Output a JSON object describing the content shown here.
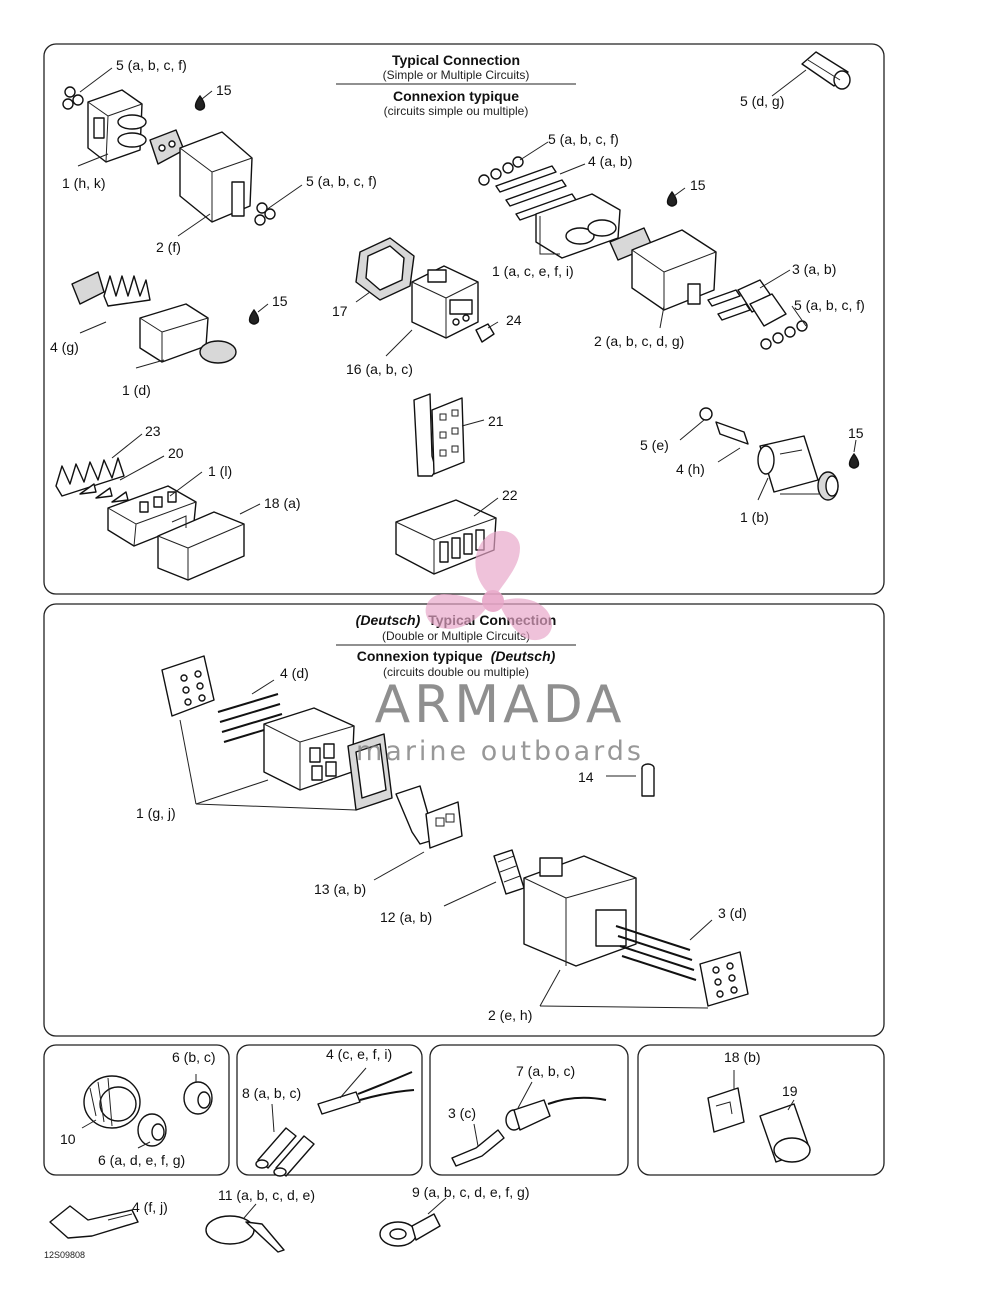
{
  "sections": {
    "typical": {
      "title_en": "Typical Connection",
      "sub_en": "(Simple or Multiple Circuits)",
      "title_fr": "Connexion typique",
      "sub_fr": "(circuits simple ou multiple)"
    },
    "deutsch": {
      "prefix_en": "(Deutsch)",
      "title_en": "Typical Connection",
      "sub_en": "(Double or Multiple Circuits)",
      "title_fr": "Connexion typique",
      "suffix_fr": "(Deutsch)",
      "sub_fr": "(circuits double ou multiple)"
    }
  },
  "labels": {
    "l5abcf_1": "5 (a, b, c, f)",
    "l15_1": "15",
    "l1hk": "1 (h, k)",
    "l5abcf_2": "5 (a, b, c, f)",
    "l2f": "2 (f)",
    "l5dg": "5 (d, g)",
    "l5abcf_3": "5 (a, b, c, f)",
    "l4ab": "4 (a, b)",
    "l15_2": "15",
    "l1aceFi": "1 (a, c, e, f, i)",
    "l3ab": "3 (a, b)",
    "l5abcf_4": "5 (a, b, c, f)",
    "l2abcdg": "2 (a, b, c, d, g)",
    "l15_3": "15",
    "l4g": "4 (g)",
    "l1d": "1 (d)",
    "l17": "17",
    "l24": "24",
    "l16abc": "16 (a, b, c)",
    "l23": "23",
    "l20": "20",
    "l1l": "1 (l)",
    "l18a": "18 (a)",
    "l21": "21",
    "l22": "22",
    "l5e": "5 (e)",
    "l4h": "4 (h)",
    "l15_4": "15",
    "l1b": "1 (b)",
    "l4d": "4 (d)",
    "l1gj": "1 (g, j)",
    "l14": "14",
    "l13ab": "13 (a, b)",
    "l12ab": "12 (a, b)",
    "l3d": "3 (d)",
    "l2eh": "2 (e, h)",
    "l6bc": "6 (b, c)",
    "l10": "10",
    "l6adefg": "6 (a, d, e, f, g)",
    "l4cefi": "4 (c, e, f, i)",
    "l8abc": "8 (a, b, c)",
    "l7abc": "7 (a, b, c)",
    "l3c": "3 (c)",
    "l18b": "18 (b)",
    "l19": "19",
    "l4fj": "4 (f, j)",
    "l11abcde": "11 (a, b, c, d, e)",
    "l9abcdefg": "9 (a, b, c, d, e, f, g)"
  },
  "figure_code": "12S09808",
  "watermark": {
    "brand": "ARMADA",
    "tagline": "marine outboards",
    "logo_color": "#e8a6c8"
  }
}
